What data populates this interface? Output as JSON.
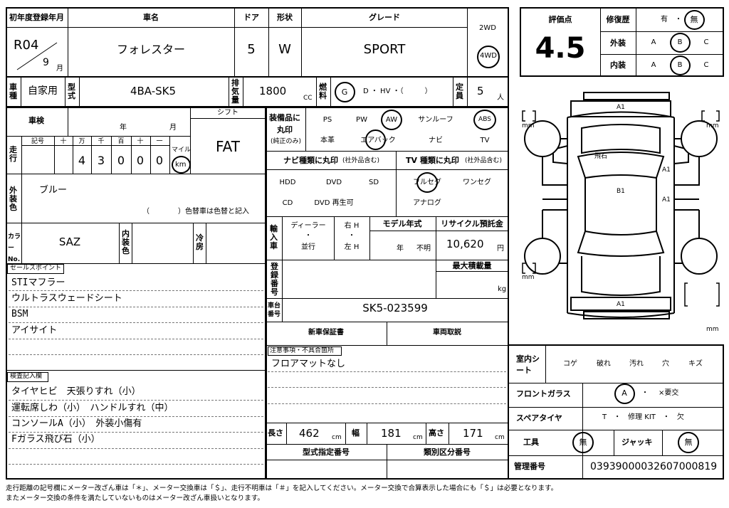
{
  "header": {
    "reg_label": "初年度登録年月",
    "reg_era": "R04",
    "reg_month": "9",
    "reg_month_unit": "月",
    "name_label": "車名",
    "name": "フォレスター",
    "door_label": "ドア",
    "door": "5",
    "shape_label": "形状",
    "shape": "W",
    "grade_label": "グレード",
    "grade": "SPORT",
    "drive_2wd": "2WD",
    "drive_4wd": "4WD"
  },
  "row2": {
    "use_label": "車種",
    "use": "自家用",
    "model_label": "型式",
    "model": "4BA-SK5",
    "disp_label": "排気量",
    "disp": "1800",
    "disp_unit": "CC",
    "fuel_label": "燃料",
    "fuel_g": "G",
    "fuel_rest": "D ・ HV ・（　　　）",
    "cap_label": "定員",
    "cap": "5",
    "cap_unit": "人"
  },
  "score": {
    "label": "評価点",
    "value": "4.5",
    "repair_label": "修復歴",
    "repair_yes": "有",
    "repair_dot": "・",
    "repair_no": "無",
    "ext_label": "外装",
    "int_label": "内装",
    "grade_a": "A",
    "grade_b": "B",
    "grade_c": "C"
  },
  "left": {
    "shaken_label": "車検",
    "year_unit": "年",
    "month_unit": "月",
    "shift_label": "シフト",
    "shift": "FAT",
    "mileage_label": "走行",
    "kigo": "記号",
    "d_10k": "十",
    "d_1k": "万",
    "d_1000": "千",
    "d_100": "百",
    "d_10": "十",
    "d_1": "一",
    "digits": [
      "4",
      "3",
      "0",
      "0",
      "0"
    ],
    "mile_unit": "マイル",
    "km_unit": "km",
    "color_label": "外装色",
    "color": "ブルー",
    "color_change": "（　　　　）色替車は色替と記入",
    "color_no_label": "カラーNo.",
    "color_no": "SAZ",
    "interior_label": "内装色",
    "aircon_label": "冷房",
    "sales_label": "セールスポイント",
    "sales": [
      "STIマフラー",
      "ウルトラスウェードシート",
      "BSM",
      "アイサイト"
    ],
    "inspect_label": "検査記入欄",
    "inspect": [
      "タイヤヒビ　天張りすれ（小）",
      "運転席しわ（小）　ハンドルすれ（中）",
      "コンソールA（小）　外装小傷有",
      "Fガラス飛び石（小）"
    ]
  },
  "equip": {
    "label_1": "装備品に",
    "label_2": "丸印",
    "label_3": "(純正のみ)",
    "ps": "PS",
    "pw": "PW",
    "aw": "AW",
    "sunroof": "サンルーフ",
    "abs": "ABS",
    "leather": "本革",
    "airbag": "エアバック",
    "navi": "ナビ",
    "tv": "TV",
    "navi_type_label": "ナビ種類に丸印",
    "tv_type_label": "TV 種類に丸印",
    "incl_aftermarket": "(社外品含む)",
    "hdd": "HDD",
    "dvd": "DVD",
    "sd": "SD",
    "cd": "CD",
    "dvd_play": "DVD 再生可",
    "fullseg": "フルセグ",
    "oneseg": "ワンセグ",
    "analog": "アナログ"
  },
  "mid": {
    "import_label": "輸入車",
    "dealer": "ディーラー",
    "dot": "・",
    "parallel": "並行",
    "right_h": "右 H",
    "left_h": "左 H",
    "model_year_label": "モデル年式",
    "model_year_unit": "年",
    "unknown": "不明",
    "recycle_label": "リサイクル預託金",
    "recycle": "10,620",
    "yen": "円",
    "reg_no_label": "登録番号",
    "max_load_label": "最大積載量",
    "kg": "kg",
    "chassis_label": "車台番号",
    "chassis": "SK5-023599",
    "warranty": "新車保証書",
    "manual": "車両取説",
    "notes_label": "注意事項・不具合箇所",
    "notes": "フロアマットなし",
    "len_label": "長さ",
    "len": "462",
    "wid_label": "幅",
    "wid": "181",
    "hei_label": "高さ",
    "hei": "171",
    "cm": "cm",
    "type_no_label": "型式指定番号",
    "class_no_label": "類別区分番号"
  },
  "diagram": {
    "a1_front": "A1",
    "a1_back": "A1",
    "a1_side1": "A1",
    "a1_side2": "A1",
    "b1": "B1",
    "hishi": "飛石",
    "mm": "mm"
  },
  "right": {
    "seat_label": "室内シート",
    "koge": "コゲ",
    "yabure": "破れ",
    "yogore": "汚れ",
    "ana": "穴",
    "kizu": "キズ",
    "glass_label": "フロントガラス",
    "glass_a": "A",
    "glass_dot": "・",
    "glass_x": "×要交",
    "spare_label": "スペアタイヤ",
    "spare_opts": "T　・　修理 KIT　・　欠",
    "tool_label": "工具",
    "tool_val": "無",
    "jack_label": "ジャッキ",
    "jack_val": "無",
    "mgmt_label": "管理番号",
    "mgmt_no": "03939000032607000819"
  },
  "footer": {
    "line1": "走行距離の記号欄にメーター改ざん車は「＊」、メーター交換車は「＄」、走行不明車は「＃」を記入してください。メーター交換で合算表示した場合にも「＄」は必要となります。",
    "line2": "またメーター交換の条件を満たしていないものはメーター改ざん車扱いとなります。"
  }
}
